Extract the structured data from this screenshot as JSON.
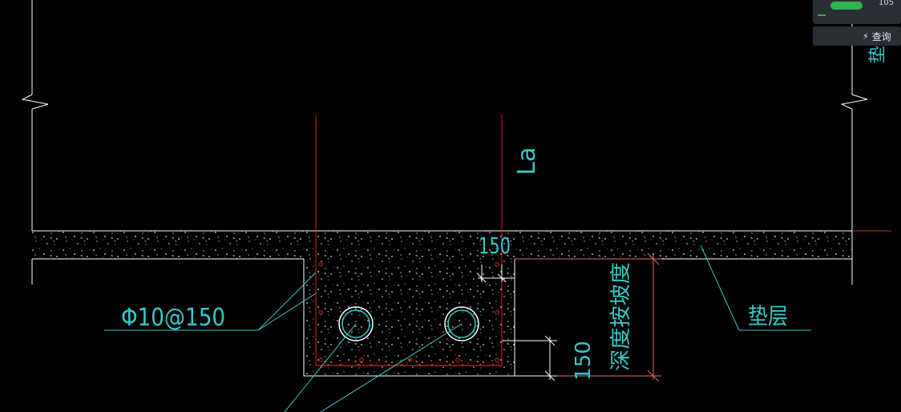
{
  "drawing": {
    "label_la": "La",
    "dim_top": "150",
    "dim_right": "150",
    "rebar_spec": "Φ10@150",
    "slope_label": "深度按坡度",
    "cushion_label": "垫层"
  },
  "panel": {
    "value": "105",
    "query_label": "查询",
    "bolt_icon": "bolt-icon"
  },
  "colors": {
    "red": "#e02020",
    "cyan": "#34c8c8",
    "white": "#ffffff",
    "background": "#000000"
  }
}
